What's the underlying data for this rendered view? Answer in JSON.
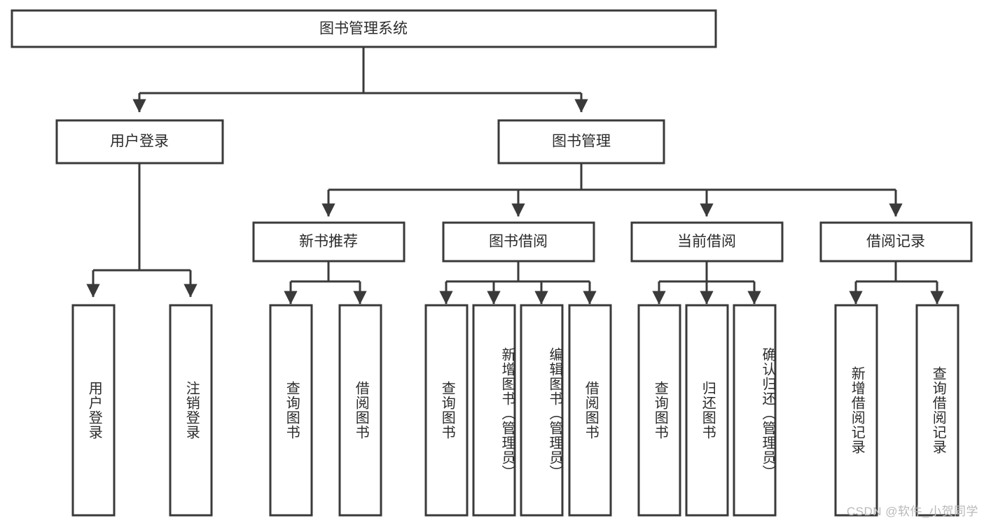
{
  "diagram": {
    "title": "图书管理系统",
    "watermark": "CSDN @软件_小贺同学",
    "colors": {
      "stroke": "#3a3a3a",
      "text": "#2b2b2b",
      "background": "#ffffff",
      "watermark": "#b9b9b9"
    }
  },
  "chart_data": {
    "type": "diagram",
    "title": "图书管理系统",
    "orientation": "top-down tree",
    "levels": 4,
    "nodes": [
      {
        "id": "root",
        "label": "图书管理系统",
        "level": 0,
        "parent": null
      },
      {
        "id": "login",
        "label": "用户登录",
        "level": 1,
        "parent": "root"
      },
      {
        "id": "bookmgmt",
        "label": "图书管理",
        "level": 1,
        "parent": "root"
      },
      {
        "id": "login-user",
        "label": "用户登录",
        "level": 2,
        "parent": "login"
      },
      {
        "id": "login-logout",
        "label": "注销登录",
        "level": 2,
        "parent": "login"
      },
      {
        "id": "newbook",
        "label": "新书推荐",
        "level": 2,
        "parent": "bookmgmt"
      },
      {
        "id": "borrow",
        "label": "图书借阅",
        "level": 2,
        "parent": "bookmgmt"
      },
      {
        "id": "current",
        "label": "当前借阅",
        "level": 2,
        "parent": "bookmgmt"
      },
      {
        "id": "records",
        "label": "借阅记录",
        "level": 2,
        "parent": "bookmgmt"
      },
      {
        "id": "newbook-query",
        "label": "查询图书",
        "level": 3,
        "parent": "newbook"
      },
      {
        "id": "newbook-borrow",
        "label": "借阅图书",
        "level": 3,
        "parent": "newbook"
      },
      {
        "id": "borrow-query",
        "label": "查询图书",
        "level": 3,
        "parent": "borrow"
      },
      {
        "id": "borrow-add",
        "label": "新增图书（管理员）",
        "level": 3,
        "parent": "borrow"
      },
      {
        "id": "borrow-edit",
        "label": "编辑图书（管理员）",
        "level": 3,
        "parent": "borrow"
      },
      {
        "id": "borrow-lend",
        "label": "借阅图书",
        "level": 3,
        "parent": "borrow"
      },
      {
        "id": "current-query",
        "label": "查询图书",
        "level": 3,
        "parent": "current"
      },
      {
        "id": "current-return",
        "label": "归还图书",
        "level": 3,
        "parent": "current"
      },
      {
        "id": "current-confirm",
        "label": "确认归还（管理员）",
        "level": 3,
        "parent": "current"
      },
      {
        "id": "records-add",
        "label": "新增借阅记录",
        "level": 3,
        "parent": "records"
      },
      {
        "id": "records-query",
        "label": "查询借阅记录",
        "level": 3,
        "parent": "records"
      }
    ]
  },
  "boxes": {
    "root": {
      "label": "图书管理系统"
    },
    "login": {
      "label": "用户登录"
    },
    "bookmgmt": {
      "label": "图书管理"
    },
    "newbook": {
      "label": "新书推荐"
    },
    "borrow": {
      "label": "图书借阅"
    },
    "current": {
      "label": "当前借阅"
    },
    "records": {
      "label": "借阅记录"
    },
    "leaf_login_user": {
      "label": "用户登录"
    },
    "leaf_login_logout": {
      "label": "注销登录"
    },
    "leaf_newbook_query": {
      "label": "查询图书"
    },
    "leaf_newbook_borrow": {
      "label": "借阅图书"
    },
    "leaf_borrow_query": {
      "label": "查询图书"
    },
    "leaf_borrow_add": {
      "label": "新增图书（管理员）"
    },
    "leaf_borrow_edit": {
      "label": "编辑图书（管理员）"
    },
    "leaf_borrow_lend": {
      "label": "借阅图书"
    },
    "leaf_current_query": {
      "label": "查询图书"
    },
    "leaf_current_return": {
      "label": "归还图书"
    },
    "leaf_current_confirm": {
      "label": "确认归还（管理员）"
    },
    "leaf_records_add": {
      "label": "新增借阅记录"
    },
    "leaf_records_query": {
      "label": "查询借阅记录"
    }
  }
}
